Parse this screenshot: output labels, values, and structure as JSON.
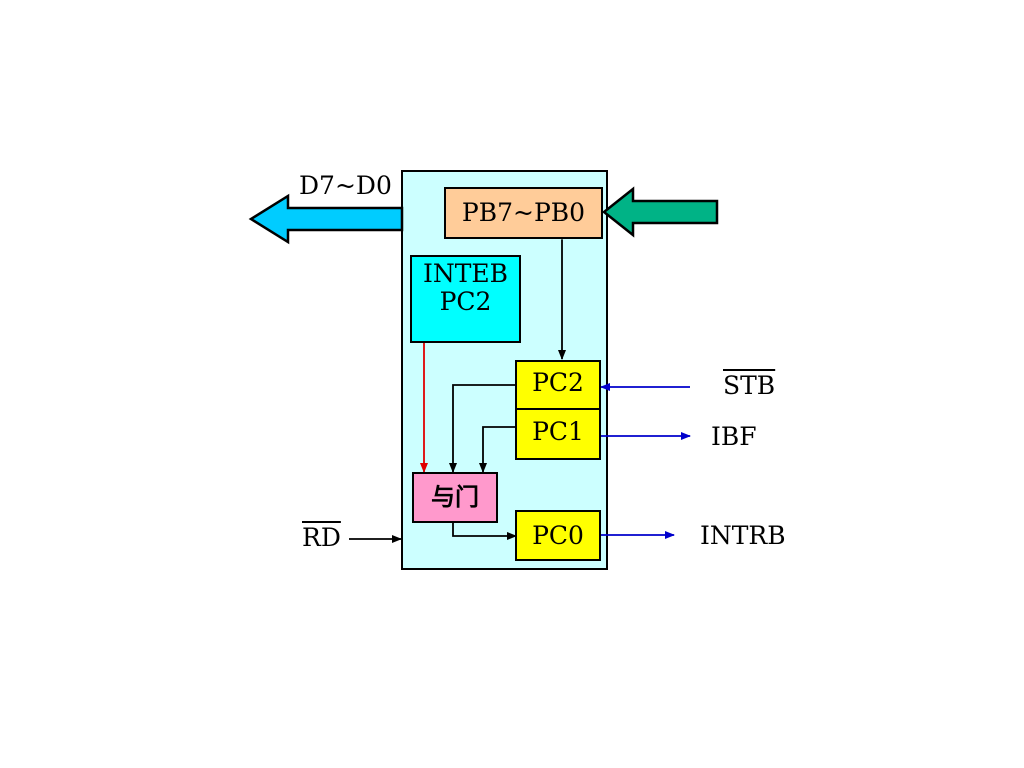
{
  "colors": {
    "chip_fill": "#ccffff",
    "port_box": "#ffcc99",
    "inte_box": "#00ffff",
    "pc_box": "#ffff00",
    "and_gate": "#ff99cc",
    "data_bus_arrow": "#00ccff",
    "input_arrow": "#00b386",
    "red_wire": "#e00000",
    "blue_wire": "#0000cc"
  },
  "labels": {
    "data_bus": "D7~D0",
    "port": "PB7~PB0",
    "inte_line1": "INTEB",
    "inte_line2": "PC2",
    "pc2": "PC2",
    "pc1": "PC1",
    "pc0": "PC0",
    "and_gate": "与门",
    "stb": "STB",
    "ibf": "IBF",
    "intrb": "INTRB",
    "rd": "RD"
  }
}
